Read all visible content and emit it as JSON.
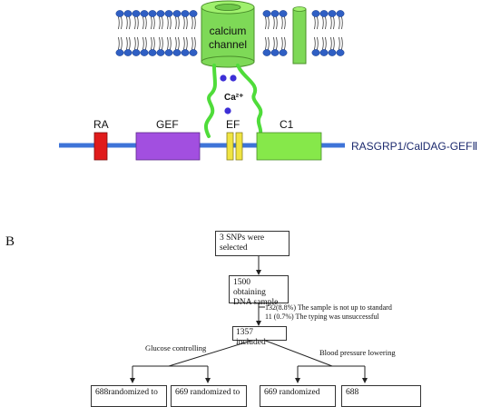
{
  "panel_a": {
    "channel_label_1": "calcium",
    "channel_label_2": "channel",
    "ion_label": "Ca²⁺",
    "domains": {
      "ra": "RA",
      "gef": "GEF",
      "ef": "EF",
      "c1": "C1"
    },
    "protein_name": "RASGRP1/CalDAG-GEFⅡ",
    "colors": {
      "lipid_head": "#2f5fc4",
      "channel": "#7ed957",
      "ion": "#3d2fd6",
      "backbone": "#3e74d8",
      "ra": "#e01b1b",
      "gef": "#a24fe0",
      "ef": "#f0e442",
      "c1": "#86e84a",
      "protein_text": "#1c2a6e"
    }
  },
  "panel_b": {
    "label": "B",
    "step1": [
      "3 SNPs were",
      "selected"
    ],
    "step2": [
      "1500 obtaining",
      "DNA sample"
    ],
    "excl1": "132(8.8%)  The sample is not up to standard",
    "excl2": "11 (0.7%)  The typing was unsuccessful",
    "step3": "1357 included",
    "branch_left": "Glucose controlling",
    "branch_right": "Blood pressure lowering",
    "arm1": "688randomized to",
    "arm2": "669 randomized to",
    "arm3": "669 randomized",
    "arm4": "688"
  }
}
